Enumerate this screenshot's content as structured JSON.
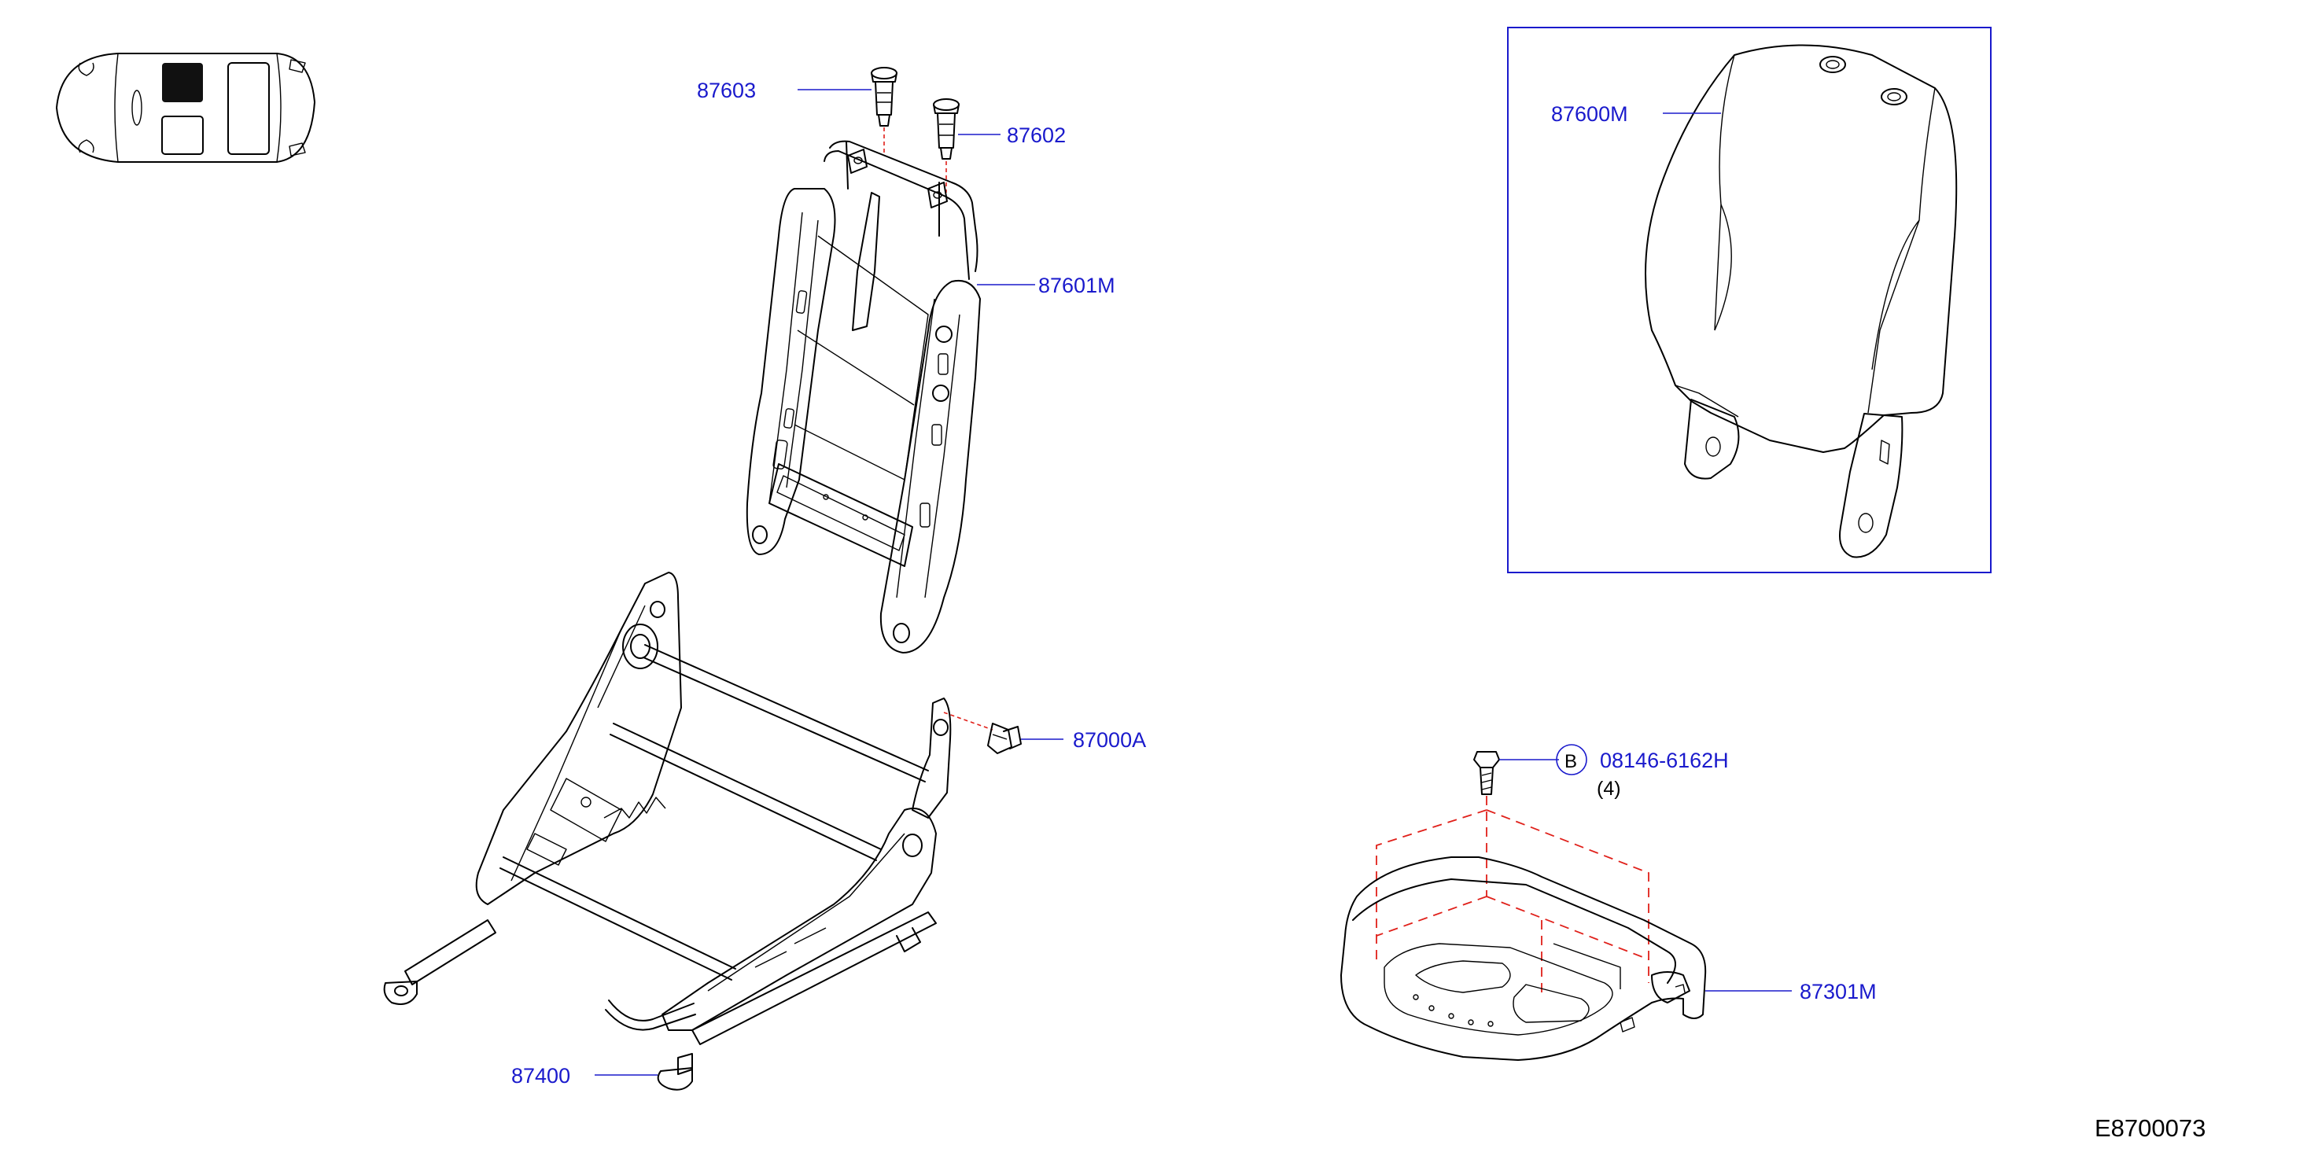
{
  "callouts": {
    "p87603": "87603",
    "p87602": "87602",
    "p87601m": "87601M",
    "p87600m": "87600M",
    "p87000a": "87000A",
    "p87400": "87400",
    "p87301m": "87301M",
    "bolt_part": "08146-6162H",
    "bolt_symbol": "B",
    "bolt_qty": "(4)"
  },
  "diagram_code": "E8700073",
  "colors": {
    "callout_text": "#1a1acc",
    "leader": "#1a1acc",
    "assembly_dash": "#e0201a",
    "line_art": "#000000",
    "seat_position_marker": "#111111"
  }
}
